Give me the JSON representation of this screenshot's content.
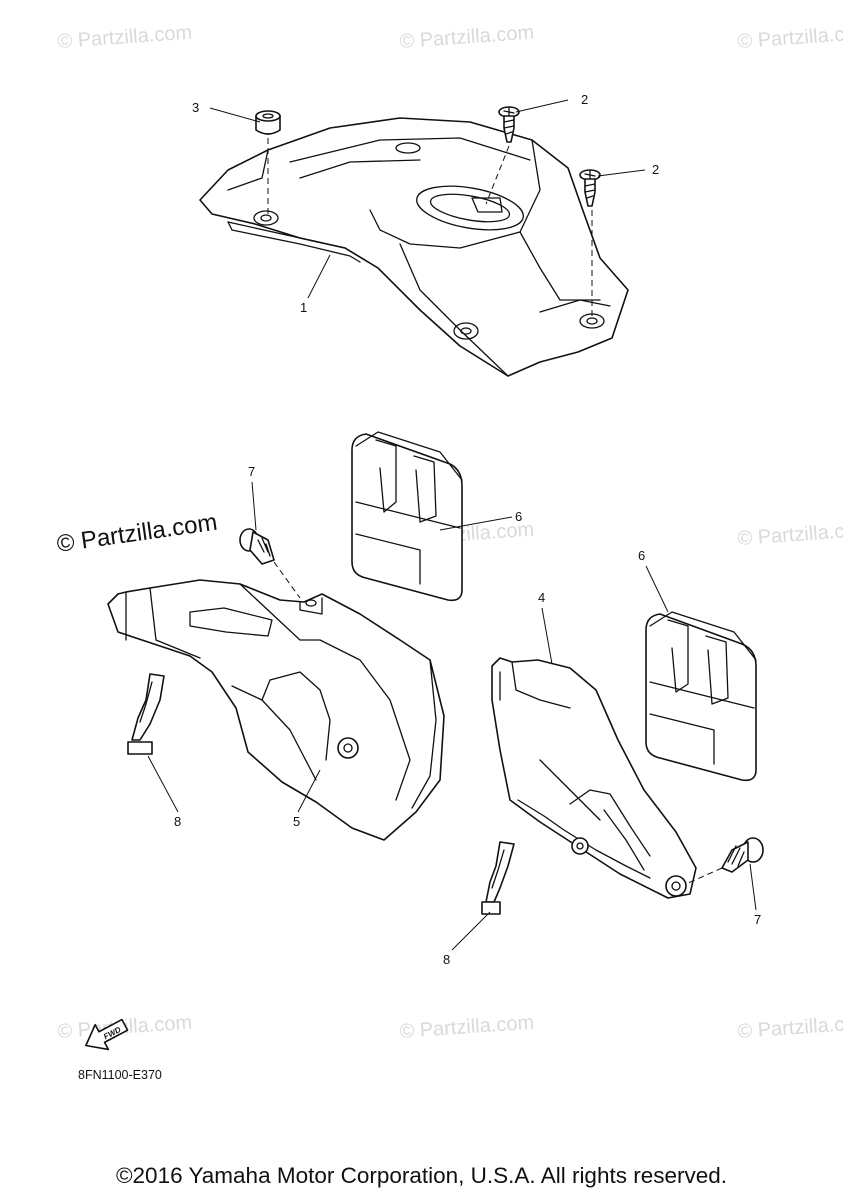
{
  "watermarks": {
    "faint": "© Partzilla.com",
    "prominent": "© Partzilla.com"
  },
  "callouts": {
    "c1": "1",
    "c2a": "2",
    "c2b": "2",
    "c3": "3",
    "c4": "4",
    "c5": "5",
    "c6a": "6",
    "c6b": "6",
    "c7a": "7",
    "c7b": "7",
    "c8a": "8",
    "c8b": "8"
  },
  "fwd_badge": "FWD",
  "diagram_code": "8FN1100-E370",
  "copyright": "©2016 Yamaha Motor Corporation, U.S.A. All rights reserved."
}
